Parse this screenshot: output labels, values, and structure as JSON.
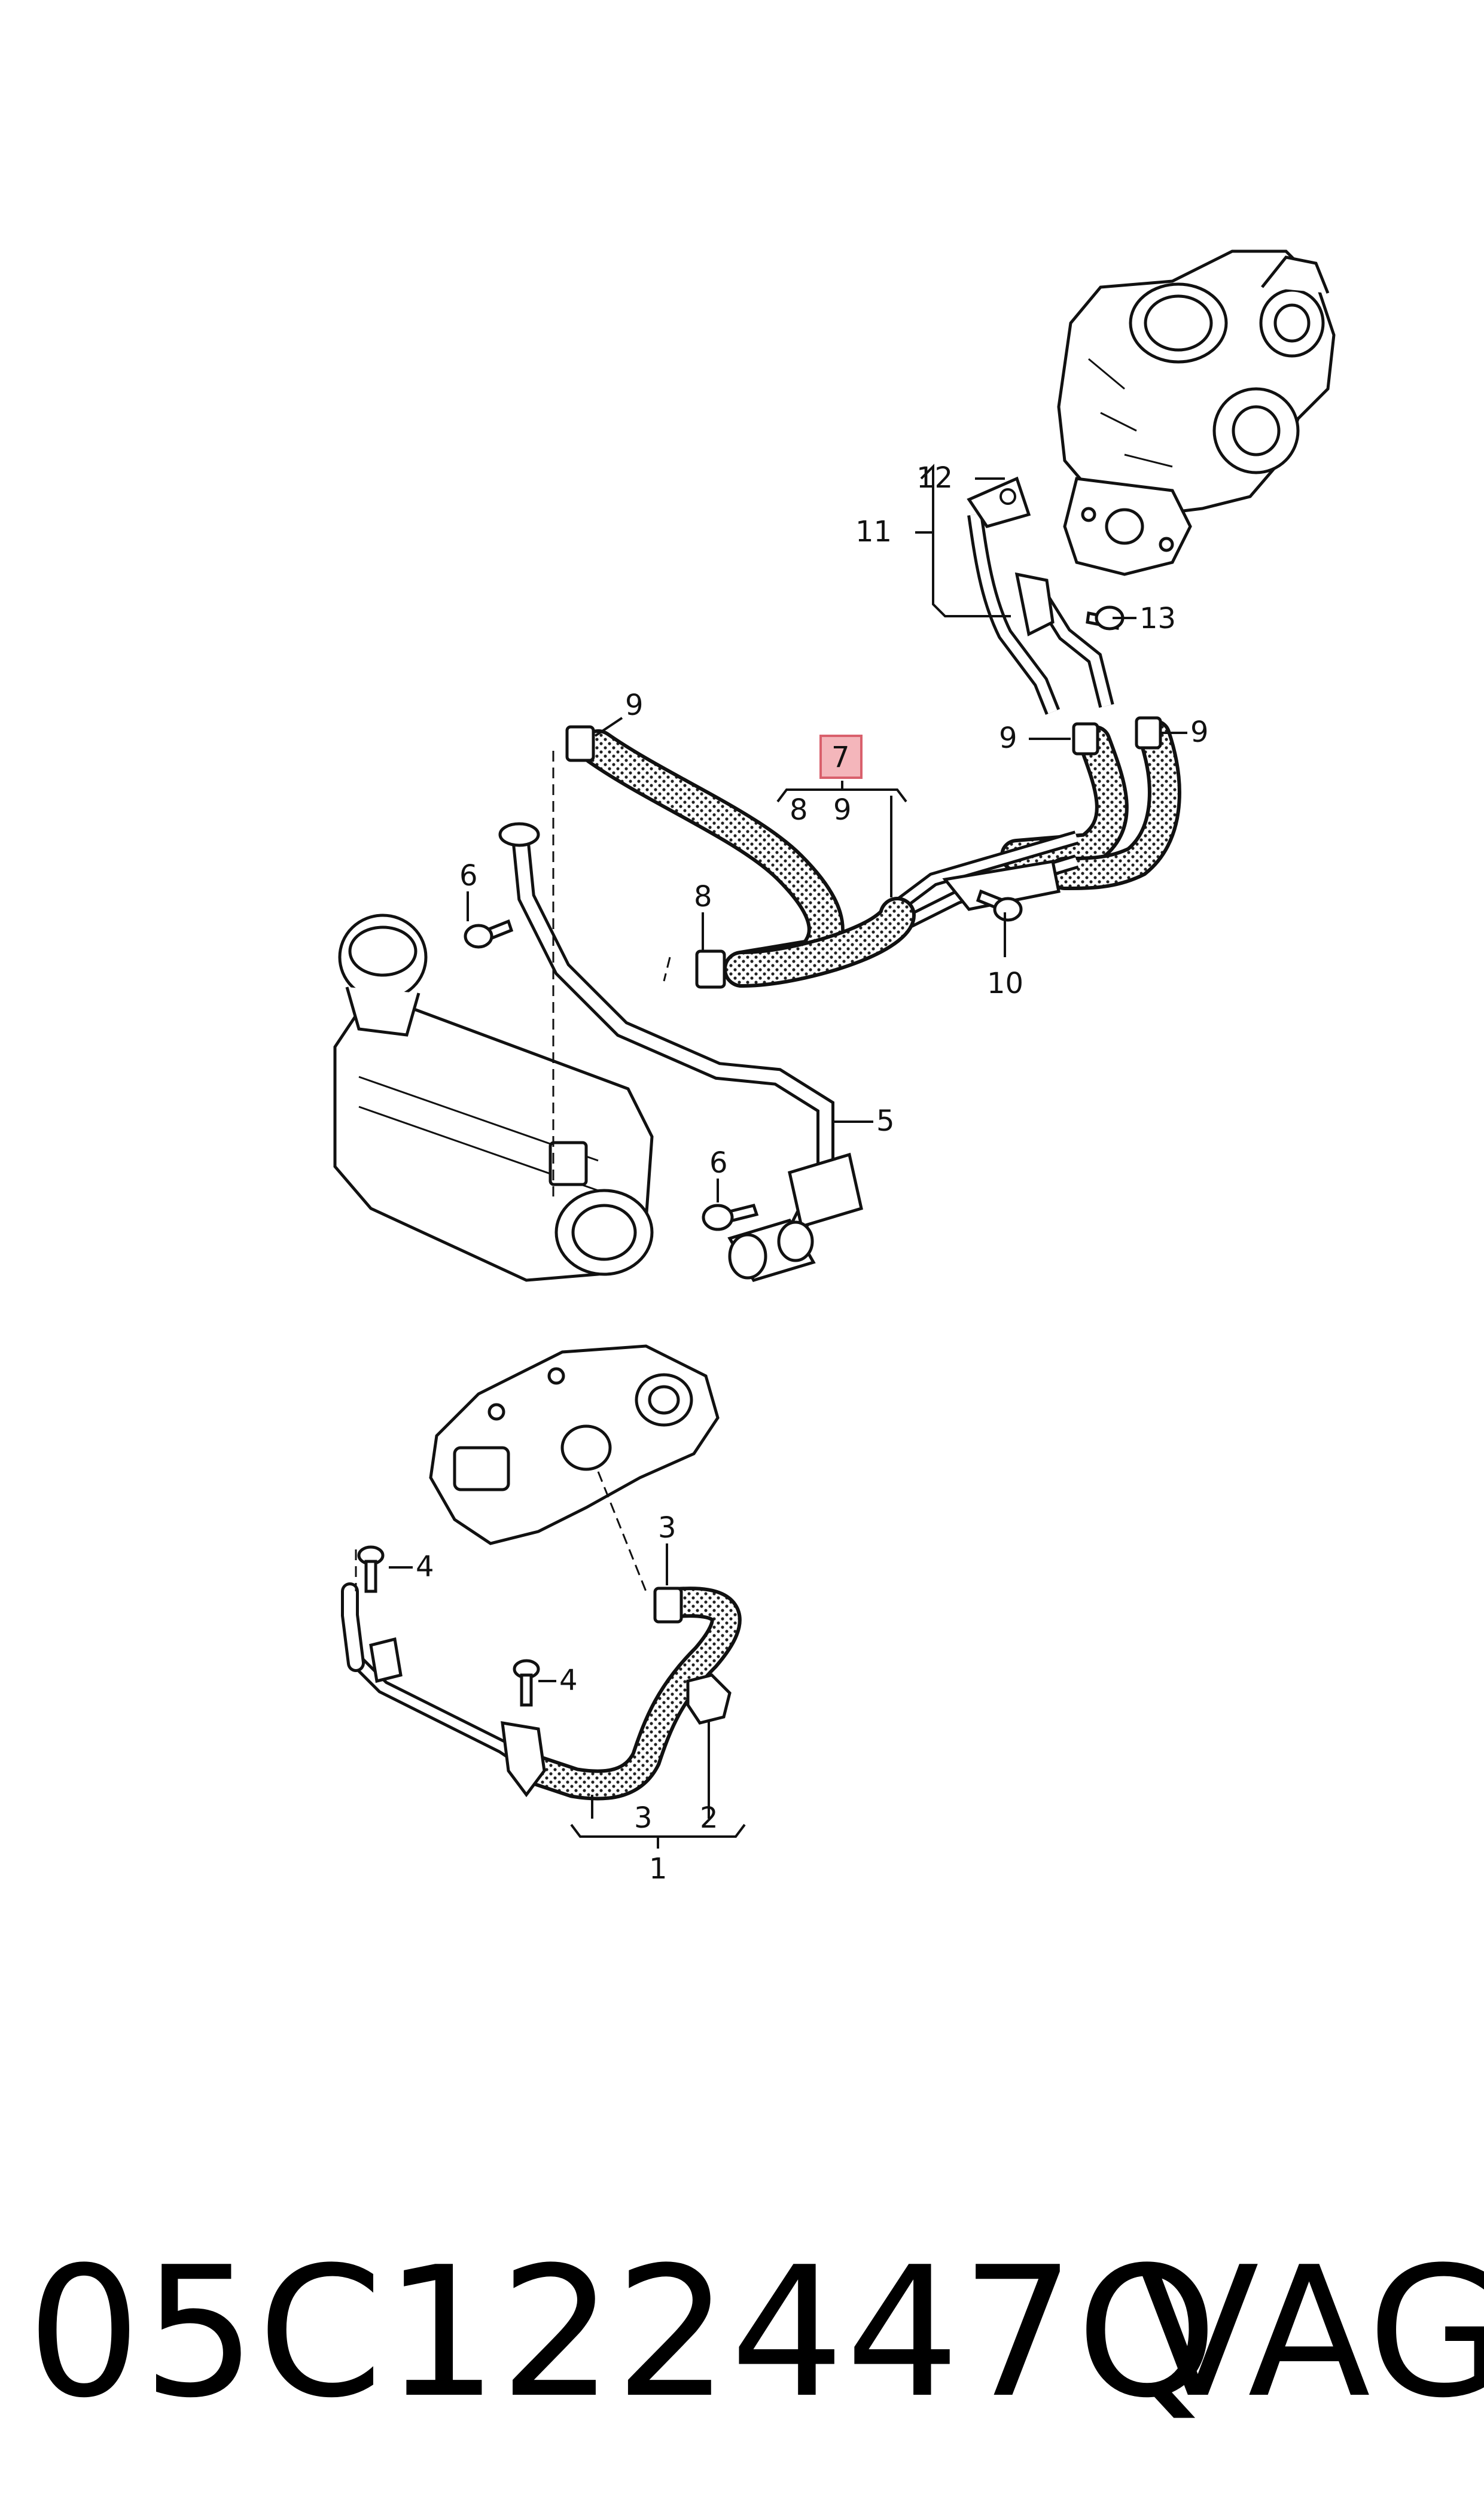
{
  "diagram": {
    "callouts": {
      "c1": "1",
      "c2": "2",
      "c3a": "3",
      "c3b": "3",
      "c4a": "4",
      "c4b": "4",
      "c5": "5",
      "c6a": "6",
      "c6b": "6",
      "c7": "7",
      "c8a": "8",
      "c8b": "8",
      "c9a": "9",
      "c9b": "9",
      "c9c": "9",
      "c9d": "9",
      "c10": "10",
      "c11": "11",
      "c12": "12",
      "c13": "13"
    },
    "highlight_color": "#f4b6bb"
  },
  "footer": {
    "part_number": "05C122447Q",
    "brand": "VAG"
  }
}
